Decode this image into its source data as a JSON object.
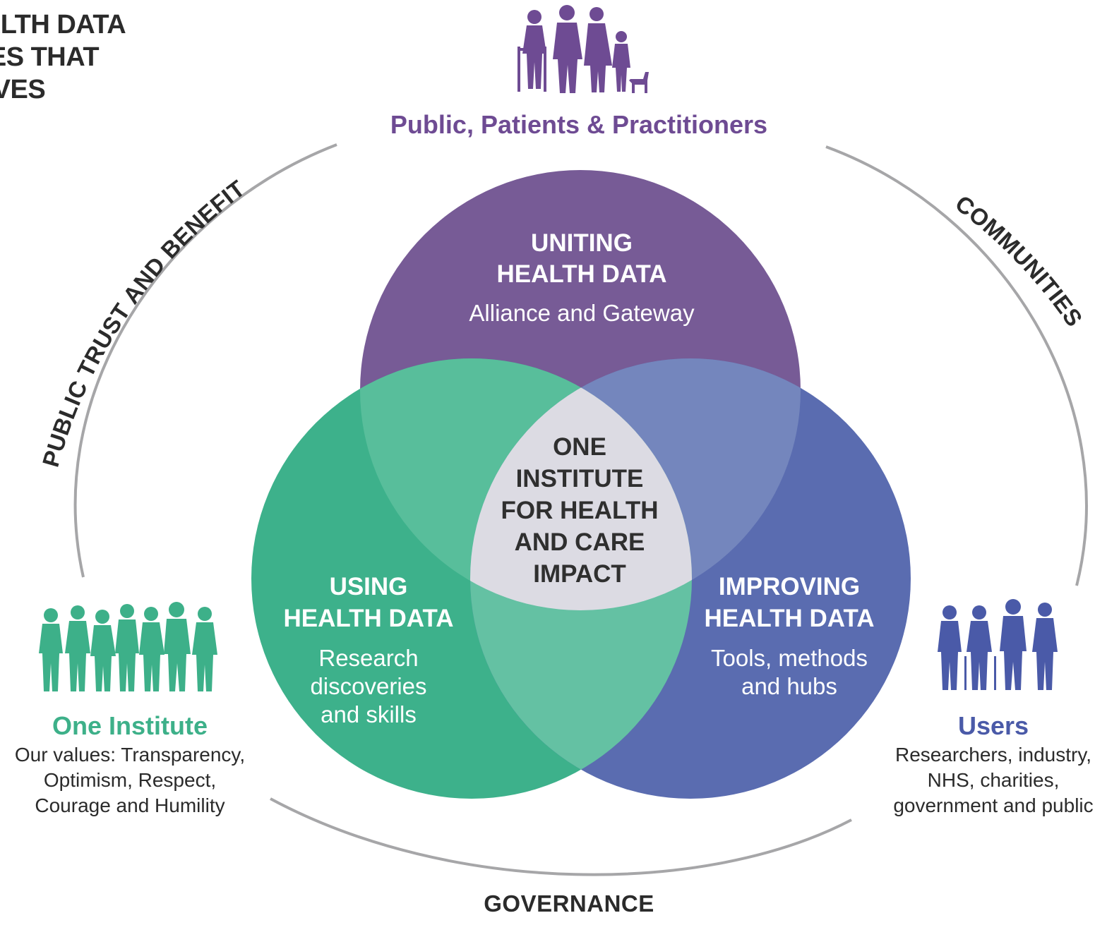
{
  "heading": {
    "lines": [
      "HEALTH DATA",
      "ERIES THAT",
      "S LIVES"
    ]
  },
  "groups": {
    "public": {
      "title": "Public, Patients & Practitioners",
      "icon": "family-silhouette-icon",
      "color": "#6e4b93"
    },
    "institute": {
      "title": "One Institute",
      "description_lines": [
        "Our values: Transparency,",
        "Optimism, Respect,",
        "Courage and Humility"
      ],
      "icon": "team-silhouette-icon",
      "color": "#3db089"
    },
    "users": {
      "title": "Users",
      "description_lines": [
        "Researchers, industry,",
        "NHS, charities,",
        "government and public"
      ],
      "icon": "users-silhouette-icon",
      "color": "#4a5aa8"
    }
  },
  "arcs": {
    "left": "PUBLIC TRUST AND BENEFIT",
    "right": "COMMUNITIES",
    "bottom": "GOVERNANCE"
  },
  "venn": {
    "uniting": {
      "title_lines": [
        "UNITING",
        "HEALTH DATA"
      ],
      "subtitle_lines": [
        "Alliance and Gateway"
      ],
      "color": "#775b96"
    },
    "using": {
      "title_lines": [
        "USING",
        "HEALTH DATA"
      ],
      "subtitle_lines": [
        "Research",
        "discoveries",
        "and skills"
      ],
      "color": "#3db18b"
    },
    "improving": {
      "title_lines": [
        "IMPROVING",
        "HEALTH DATA"
      ],
      "subtitle_lines": [
        "Tools, methods",
        "and hubs"
      ],
      "color": "#5a6cb0"
    },
    "center": {
      "lines": [
        "ONE",
        "INSTITUTE",
        "FOR HEALTH",
        "AND CARE",
        "IMPACT"
      ],
      "color": "#dcdbe3"
    }
  }
}
